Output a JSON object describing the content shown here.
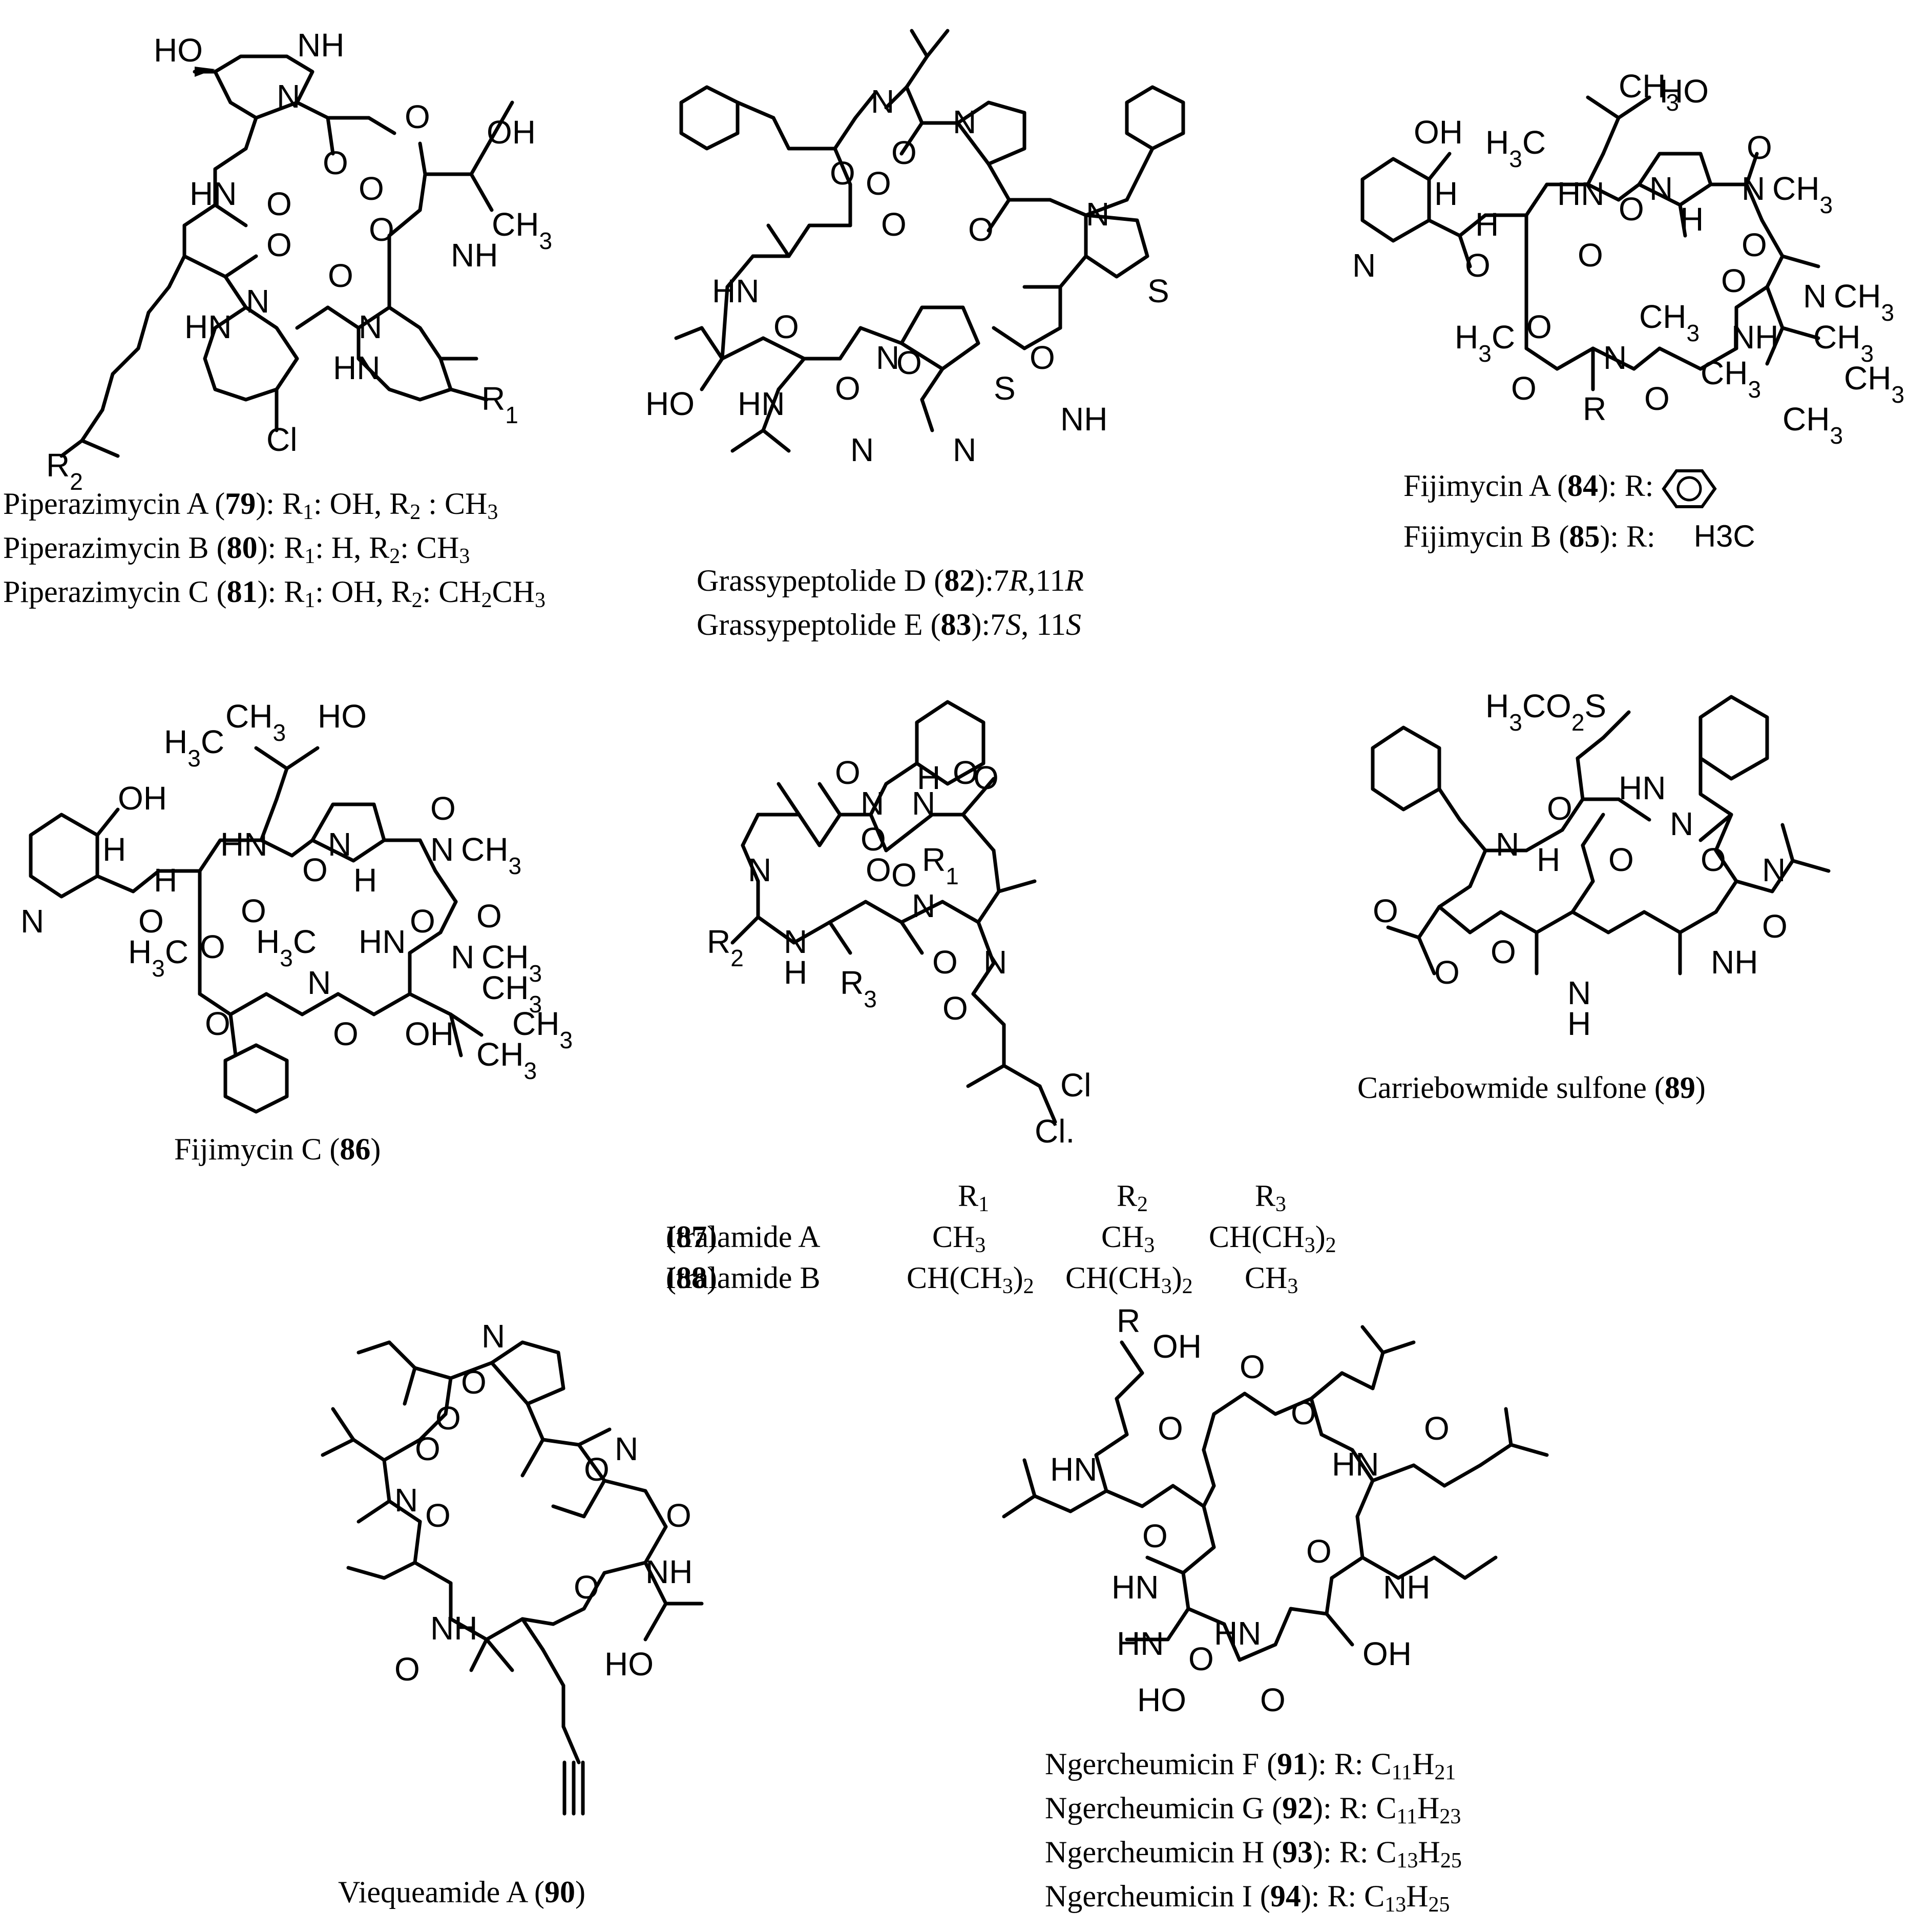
{
  "panels": {
    "piperazimycin": {
      "lines": [
        {
          "name": "Piperazimycin A",
          "num": "79",
          "rest_html": ": R<sub>1</sub>: OH, R<sub>2</sub> : CH<sub>3</sub>"
        },
        {
          "name": "Piperazimycin B",
          "num": "80",
          "rest_html": ": R<sub>1</sub>: H, R<sub>2</sub>: CH<sub>3</sub>"
        },
        {
          "name": "Piperazimycin C",
          "num": "81",
          "rest_html": ": R<sub>1</sub>: OH, R<sub>2</sub>: CH<sub>2</sub>CH<sub>3</sub>"
        }
      ]
    },
    "grassypeptolide": {
      "lines": [
        {
          "name": "Grassypeptolide D",
          "num": "82",
          "rest_html": ":7<i>R</i>,11<i>R</i>"
        },
        {
          "name": "Grassypeptolide E",
          "num": "83",
          "rest_html": ":7<i>S</i>, 11<i>S</i>"
        }
      ]
    },
    "fijimycin_ab": {
      "lines": [
        {
          "name": "Fijimycin A",
          "num": "84",
          "rest_html": ": R:"
        },
        {
          "name": "Fijimycin B",
          "num": "85",
          "rest_html": ": R:"
        }
      ],
      "substituent_b": "H3C"
    },
    "fijimycin_c": {
      "name": "Fijimycin C",
      "num": "86"
    },
    "itralamide": {
      "headers": [
        "R1",
        "R2",
        "R3"
      ],
      "rows": [
        {
          "name": "Itralamide A",
          "num": "87",
          "r1": "CH3",
          "r2": "CH3",
          "r3": "CH(CH3)2"
        },
        {
          "name": "Itralamide B",
          "num": "88",
          "r1": "CH(CH3)2",
          "r2": "CH(CH3)2",
          "r3": "CH3"
        }
      ]
    },
    "carriebowmide": {
      "name": "Carriebowmide sulfone",
      "num": "89"
    },
    "viequeamide": {
      "name": "Viequeamide A",
      "num": "90"
    },
    "ngercheumicin": {
      "lines": [
        {
          "name": "Ngercheumicin F",
          "num": "91",
          "rest_html": ": R: C<sub>11</sub>H<sub>21</sub>"
        },
        {
          "name": "Ngercheumicin G",
          "num": "92",
          "rest_html": ": R: C<sub>11</sub>H<sub>23</sub>"
        },
        {
          "name": "Ngercheumicin H",
          "num": "93",
          "rest_html": ": R: C<sub>13</sub>H<sub>25</sub>"
        },
        {
          "name": "Ngercheumicin I",
          "num": "94",
          "rest_html": ": R: C<sub>13</sub>H<sub>25</sub>"
        }
      ]
    }
  },
  "atom_labels": {
    "piperazimycin": [
      "HO",
      "NH",
      "N",
      "OH",
      "O",
      "O",
      "O",
      "HN",
      "O",
      "CH3",
      "O",
      "NH",
      "O",
      "N",
      "O",
      "N",
      "HN",
      "HN",
      "Cl",
      "R1",
      "R2"
    ],
    "grassypeptolide": [
      "N",
      "N",
      "O",
      "O",
      "O",
      "O",
      "N",
      "O",
      "HN",
      "O",
      "N",
      "S",
      "HO",
      "HN",
      "O",
      "N",
      "O",
      "S",
      "N",
      "NH",
      "O"
    ],
    "fijimycin_ab": [
      "CH3",
      "H3C",
      "HO",
      "OH",
      "HN",
      "N",
      "O",
      "N",
      "CH3",
      "N",
      "O",
      "H",
      "O",
      "H",
      "O",
      "H",
      "O",
      "N",
      "CH3",
      "H3C",
      "O",
      "CH3",
      "O",
      "NH",
      "CH3",
      "N",
      "O",
      "R",
      "O",
      "CH3",
      "CH3",
      "CH3"
    ],
    "fijimycin_c": [
      "CH3",
      "H3C",
      "HO",
      "OH",
      "HN",
      "N",
      "O",
      "N",
      "CH3",
      "N",
      "O",
      "H",
      "O",
      "H",
      "O",
      "H",
      "O",
      "N",
      "CH3",
      "H3C",
      "O",
      "H3C",
      "HN",
      "O",
      "CH3",
      "N",
      "O",
      "O",
      "OH",
      "CH3",
      "CH3"
    ],
    "itralamide": [
      "O",
      "N",
      "O",
      "O",
      "N",
      "H",
      "O",
      "O",
      "N",
      "R1",
      "R2",
      "N",
      "H",
      "O",
      "N",
      "R3",
      "O",
      "N",
      "O",
      "Cl",
      "Cl."
    ],
    "carriebowmide": [
      "H3CO2S",
      "HN",
      "O",
      "N",
      "O",
      "N",
      "H",
      "O",
      "N",
      "O",
      "O",
      "O",
      "O",
      "NH",
      "N",
      "H"
    ],
    "viequeamide": [
      "N",
      "O",
      "O",
      "O",
      "N",
      "O",
      "N",
      "O",
      "O",
      "NH",
      "O",
      "NH",
      "HO",
      "O"
    ],
    "ngercheumicin": [
      "R",
      "OH",
      "O",
      "HN",
      "O",
      "O",
      "O",
      "HN",
      "O",
      "HN",
      "O",
      "NH",
      "HN",
      "O",
      "HN",
      "OH",
      "HO",
      "O"
    ]
  }
}
